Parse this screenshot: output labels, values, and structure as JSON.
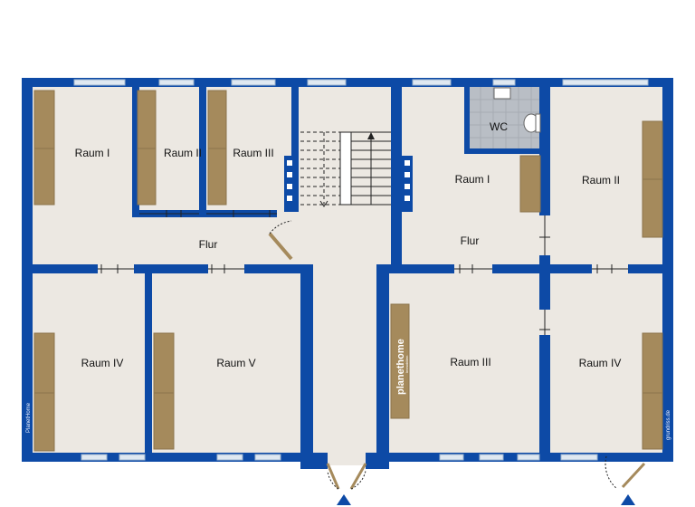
{
  "rooms_left": [
    {
      "id": "left-raum-1",
      "label": "Raum I"
    },
    {
      "id": "left-raum-2",
      "label": "Raum II"
    },
    {
      "id": "left-raum-3",
      "label": "Raum III"
    },
    {
      "id": "left-flur",
      "label": "Flur"
    },
    {
      "id": "left-raum-4",
      "label": "Raum IV"
    },
    {
      "id": "left-raum-5",
      "label": "Raum V"
    }
  ],
  "rooms_right": [
    {
      "id": "right-wc",
      "label": "WC"
    },
    {
      "id": "right-raum-1",
      "label": "Raum I"
    },
    {
      "id": "right-raum-2",
      "label": "Raum II"
    },
    {
      "id": "right-flur",
      "label": "Flur"
    },
    {
      "id": "right-raum-3",
      "label": "Raum III"
    },
    {
      "id": "right-raum-4",
      "label": "Raum IV"
    }
  ],
  "branding": {
    "left_edge": "PlanetHome",
    "right_edge": "grundriss.de",
    "logo": "planethome",
    "logo_sub": "Immobilien"
  },
  "colors": {
    "wall": "#0d4aa6",
    "floor": "#ece8e2",
    "wardrobe": "#a58a5c",
    "window": "#dfe8f1",
    "wc_tile": "#b9bec5"
  }
}
